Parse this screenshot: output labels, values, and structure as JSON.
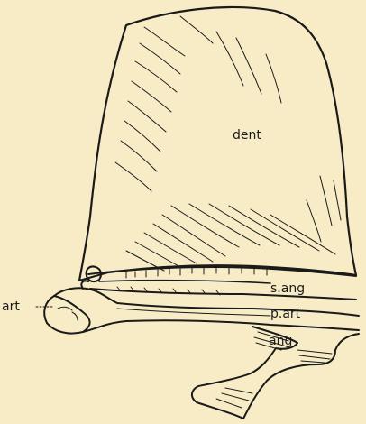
{
  "labels": {
    "dent": "dent",
    "s_ang": "s.ang",
    "p_art": "p.art",
    "ang": "ang",
    "art": "art"
  },
  "colors": {
    "paper": "#f7ecc6",
    "ink": "#1a1a1a"
  }
}
